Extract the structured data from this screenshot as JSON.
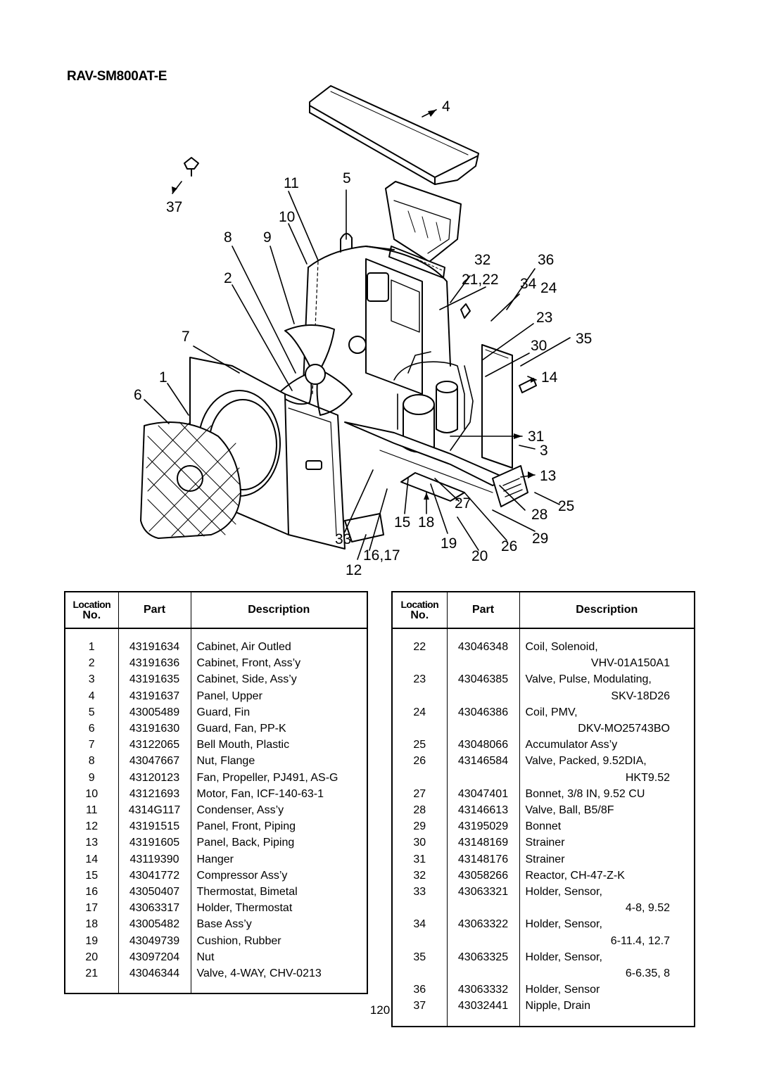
{
  "model_title": "RAV-SM800AT-E",
  "page_number": "120",
  "diagram": {
    "callouts": [
      "4",
      "11",
      "5",
      "37",
      "10",
      "8",
      "9",
      "2",
      "32",
      "36",
      "21,22",
      "34",
      "24",
      "23",
      "7",
      "30",
      "35",
      "1",
      "14",
      "6",
      "31",
      "3",
      "13",
      "27",
      "28",
      "25",
      "15",
      "18",
      "33",
      "19",
      "29",
      "26",
      "16,17",
      "20",
      "12"
    ]
  },
  "table_headers": {
    "location_line1": "Location",
    "location_line2": "No.",
    "part": "Part",
    "description": "Description"
  },
  "left_table": [
    {
      "no": "1",
      "part": "43191634",
      "desc": [
        "Cabinet, Air Outled"
      ]
    },
    {
      "no": "2",
      "part": "43191636",
      "desc": [
        "Cabinet, Front, Ass’y"
      ]
    },
    {
      "no": "3",
      "part": "43191635",
      "desc": [
        "Cabinet, Side, Ass’y"
      ]
    },
    {
      "no": "4",
      "part": "43191637",
      "desc": [
        "Panel, Upper"
      ]
    },
    {
      "no": "5",
      "part": "43005489",
      "desc": [
        "Guard, Fin"
      ]
    },
    {
      "no": "6",
      "part": "43191630",
      "desc": [
        "Guard, Fan, PP-K"
      ]
    },
    {
      "no": "7",
      "part": "43122065",
      "desc": [
        "Bell Mouth, Plastic"
      ]
    },
    {
      "no": "8",
      "part": "43047667",
      "desc": [
        "Nut, Flange"
      ]
    },
    {
      "no": "9",
      "part": "43120123",
      "desc": [
        "Fan, Propeller, PJ491, AS-G"
      ]
    },
    {
      "no": "10",
      "part": "43121693",
      "desc": [
        "Motor, Fan, ICF-140-63-1"
      ]
    },
    {
      "no": "11",
      "part": "4314G117",
      "desc": [
        "Condenser, Ass’y"
      ]
    },
    {
      "no": "12",
      "part": "43191515",
      "desc": [
        "Panel, Front, Piping"
      ]
    },
    {
      "no": "13",
      "part": "43191605",
      "desc": [
        "Panel, Back, Piping"
      ]
    },
    {
      "no": "14",
      "part": "43119390",
      "desc": [
        "Hanger"
      ]
    },
    {
      "no": "15",
      "part": "43041772",
      "desc": [
        "Compressor Ass’y"
      ]
    },
    {
      "no": "16",
      "part": "43050407",
      "desc": [
        "Thermostat, Bimetal"
      ]
    },
    {
      "no": "17",
      "part": "43063317",
      "desc": [
        "Holder, Thermostat"
      ]
    },
    {
      "no": "18",
      "part": "43005482",
      "desc": [
        "Base Ass’y"
      ]
    },
    {
      "no": "19",
      "part": "43049739",
      "desc": [
        "Cushion, Rubber"
      ]
    },
    {
      "no": "20",
      "part": "43097204",
      "desc": [
        "Nut"
      ]
    },
    {
      "no": "21",
      "part": "43046344",
      "desc": [
        "Valve, 4-WAY, CHV-0213"
      ]
    }
  ],
  "right_table": [
    {
      "no": "22",
      "part": "43046348",
      "desc": [
        "Coil, Solenoid,",
        "VHV-01A150A1"
      ]
    },
    {
      "no": "23",
      "part": "43046385",
      "desc": [
        "Valve, Pulse, Modulating,",
        "SKV-18D26"
      ]
    },
    {
      "no": "24",
      "part": "43046386",
      "desc": [
        "Coil, PMV,",
        "DKV-MO25743BO"
      ]
    },
    {
      "no": "25",
      "part": "43048066",
      "desc": [
        "Accumulator Ass’y"
      ]
    },
    {
      "no": "26",
      "part": "43146584",
      "desc": [
        "Valve, Packed, 9.52DIA,",
        "HKT9.52"
      ]
    },
    {
      "no": "27",
      "part": "43047401",
      "desc": [
        "Bonnet, 3/8 IN, 9.52 CU"
      ]
    },
    {
      "no": "28",
      "part": "43146613",
      "desc": [
        "Valve, Ball, B5/8F"
      ]
    },
    {
      "no": "29",
      "part": "43195029",
      "desc": [
        "Bonnet"
      ]
    },
    {
      "no": "30",
      "part": "43148169",
      "desc": [
        "Strainer"
      ]
    },
    {
      "no": "31",
      "part": "43148176",
      "desc": [
        "Strainer"
      ]
    },
    {
      "no": "32",
      "part": "43058266",
      "desc": [
        "Reactor, CH-47-Z-K"
      ]
    },
    {
      "no": "33",
      "part": "43063321",
      "desc": [
        "Holder, Sensor,",
        "4-8, 9.52"
      ]
    },
    {
      "no": "34",
      "part": "43063322",
      "desc": [
        "Holder, Sensor,",
        "6-11.4, 12.7"
      ]
    },
    {
      "no": "35",
      "part": "43063325",
      "desc": [
        "Holder, Sensor,",
        "6-6.35, 8"
      ]
    },
    {
      "no": "36",
      "part": "43063332",
      "desc": [
        "Holder, Sensor"
      ]
    },
    {
      "no": "37",
      "part": "43032441",
      "desc": [
        "Nipple, Drain"
      ]
    }
  ]
}
